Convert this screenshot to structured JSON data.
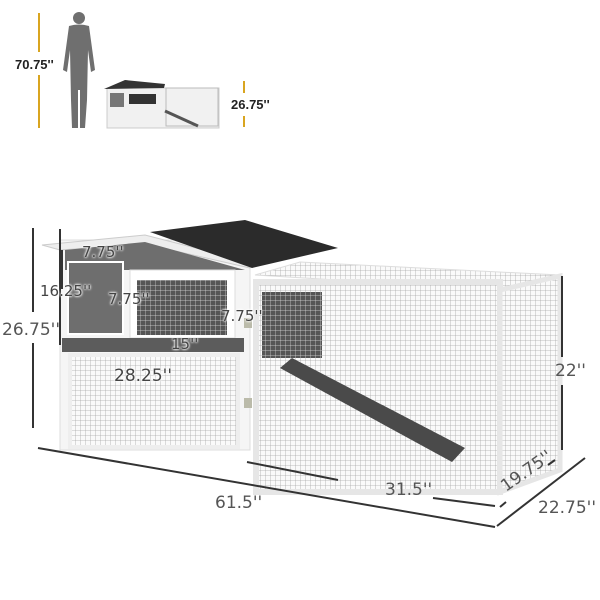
{
  "comparison": {
    "person_height": "70.75''",
    "hutch_height": "26.75''"
  },
  "dimensions": {
    "roof_overhang_width": "7.75''",
    "left_compartment_height": "16.25''",
    "window_left_height": "7.75''",
    "window_right_height": "7.75''",
    "window_width": "15''",
    "lower_run_width": "28.25''",
    "overall_height": "26.75''",
    "run_height": "22''",
    "overall_length": "61.5''",
    "run_length": "31.5''",
    "inner_depth": "19.75''",
    "overall_depth": "22.75''"
  },
  "colors": {
    "accent_yellow": "#d9a520",
    "roof": "#2b2b2b",
    "frame": "#f4f4f4",
    "panel_gray": "#6e6e6e",
    "dim_line": "#333333"
  }
}
